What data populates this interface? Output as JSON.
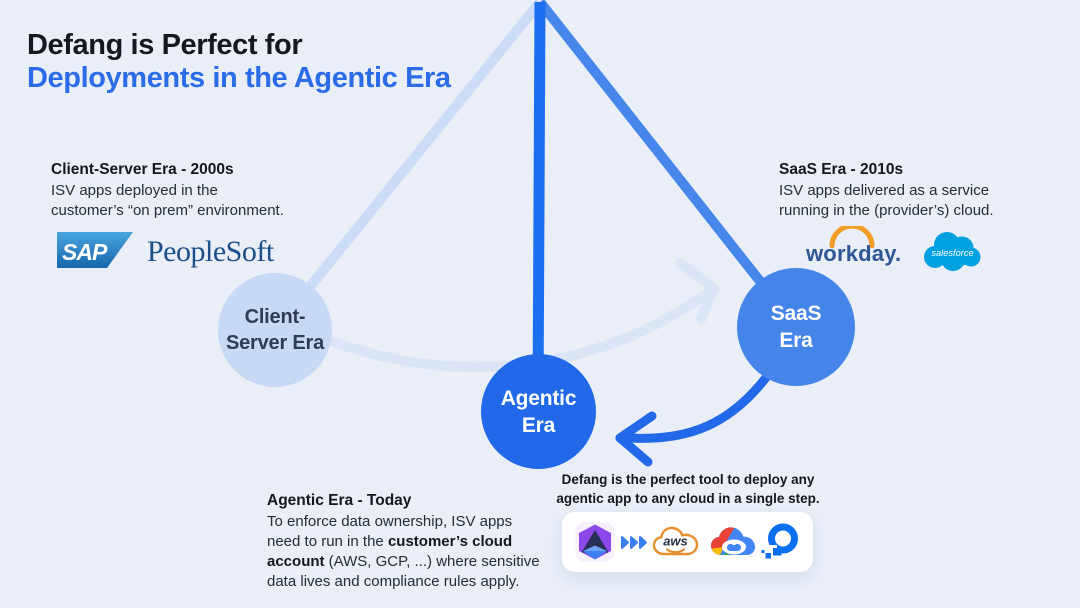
{
  "title": {
    "line1": "Defang is Perfect for",
    "line2": "Deployments in the Agentic Era"
  },
  "client_server": {
    "heading": "Client-Server Era - 2000s",
    "body": "ISV apps deployed in the\ncustomer’s “on prem” environment.",
    "circle_label": "Client-\nServer Era",
    "logos": {
      "sap_label": "SAP",
      "peoplesoft_label": "PeopleSoft"
    }
  },
  "saas": {
    "heading": "SaaS Era - 2010s",
    "body": "ISV apps delivered as a service\nrunning in the (provider’s) cloud.",
    "circle_label": "SaaS\nEra",
    "logos": {
      "workday_label": "workday.",
      "salesforce_label": "salesforce"
    }
  },
  "agentic": {
    "heading": "Agentic Era - Today",
    "body_parts": [
      "To enforce data ownership, ISV apps\nneed to run in the ",
      "customer’s cloud\naccount",
      " (AWS, GCP, ...) where sensitive\ndata lives and compliance rules apply."
    ],
    "circle_label": "Agentic\nEra"
  },
  "callout": {
    "text": "Defang is the perfect tool to deploy any\nagentic app to any cloud in a single step.",
    "aws_label": "aws",
    "logos": [
      "defang",
      "chevrons",
      "aws",
      "google-cloud",
      "digitalocean"
    ]
  },
  "colors": {
    "background": "#e9eef7",
    "title_blue": "#2b6de8",
    "agentic_blue": "#2169e9",
    "saas_blue": "#4585e9",
    "client_server_light_blue": "#c7d9f4",
    "faded_arc": "#dbe5f6",
    "workday_orange": "#f29d27",
    "aws_orange": "#e78f2e",
    "salesforce_blue": "#00a1e0",
    "digitalocean_blue": "#0b6ff2",
    "defang_purple": "#8c48e8"
  }
}
